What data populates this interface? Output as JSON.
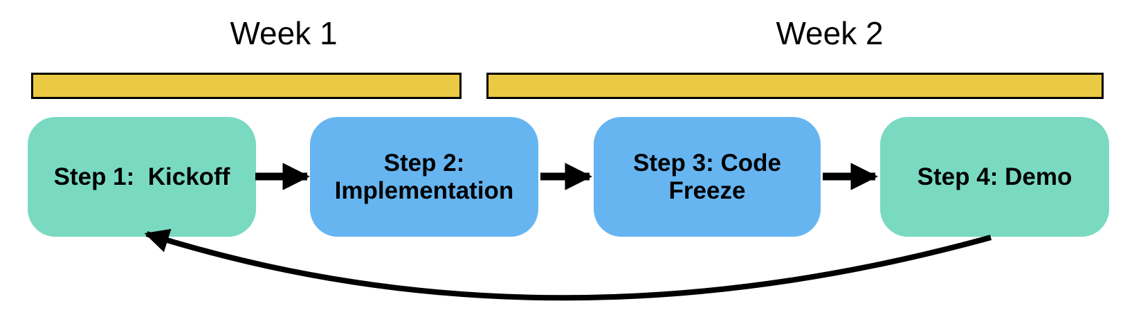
{
  "weeks": [
    {
      "label": "Week 1"
    },
    {
      "label": "Week 2"
    }
  ],
  "steps": [
    {
      "id": "step-1",
      "label": "Step 1:  Kickoff",
      "fill": "teal"
    },
    {
      "id": "step-2",
      "label": "Step 2:\nImplementation",
      "fill": "blue"
    },
    {
      "id": "step-3",
      "label": "Step 3: Code\nFreeze",
      "fill": "blue"
    },
    {
      "id": "step-4",
      "label": "Step 4: Demo",
      "fill": "teal"
    }
  ],
  "arrows": [
    {
      "from": "step-1",
      "to": "step-2",
      "type": "straight"
    },
    {
      "from": "step-2",
      "to": "step-3",
      "type": "straight"
    },
    {
      "from": "step-3",
      "to": "step-4",
      "type": "straight"
    },
    {
      "from": "step-4",
      "to": "step-1",
      "type": "curved-feedback"
    }
  ],
  "colors": {
    "teal": "#79dac1",
    "blue": "#66b5f1",
    "yellow": "#ebca43",
    "outline": "#000000",
    "arrow": "#000000",
    "text": "#000000",
    "background": "#ffffff"
  }
}
